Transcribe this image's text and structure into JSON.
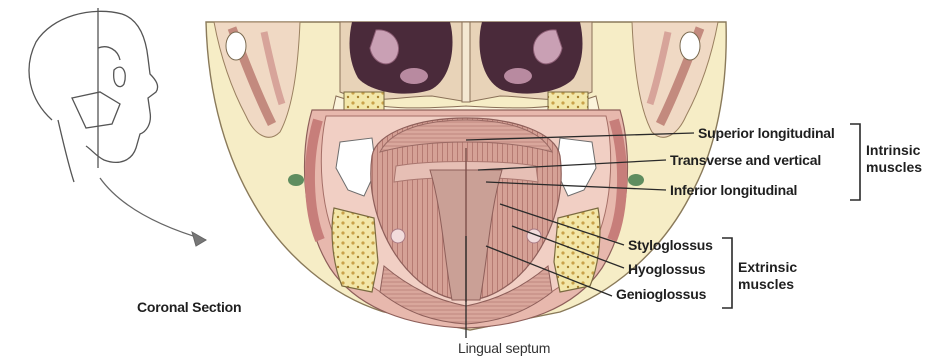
{
  "view": {
    "caption": "Coronal Section"
  },
  "labels": {
    "superior_longitudinal": "Superior longitudinal",
    "transverse_vertical": "Transverse and vertical",
    "inferior_longitudinal": "Inferior longitudinal",
    "styloglossus": "Styloglossus",
    "hyoglossus": "Hyoglossus",
    "genioglossus": "Genioglossus",
    "lingual_septum": "Lingual septum"
  },
  "groups": {
    "intrinsic": [
      "Intrinsic",
      "muscles"
    ],
    "extrinsic": [
      "Extrinsic",
      "muscles"
    ]
  },
  "colors": {
    "skin": "#f6edc6",
    "muscle": "#d8a89a",
    "muscle_dark": "#b47a73",
    "cavity": "#4a2a3a",
    "bone": "#ffffff",
    "leader": "#2a2a2a"
  }
}
